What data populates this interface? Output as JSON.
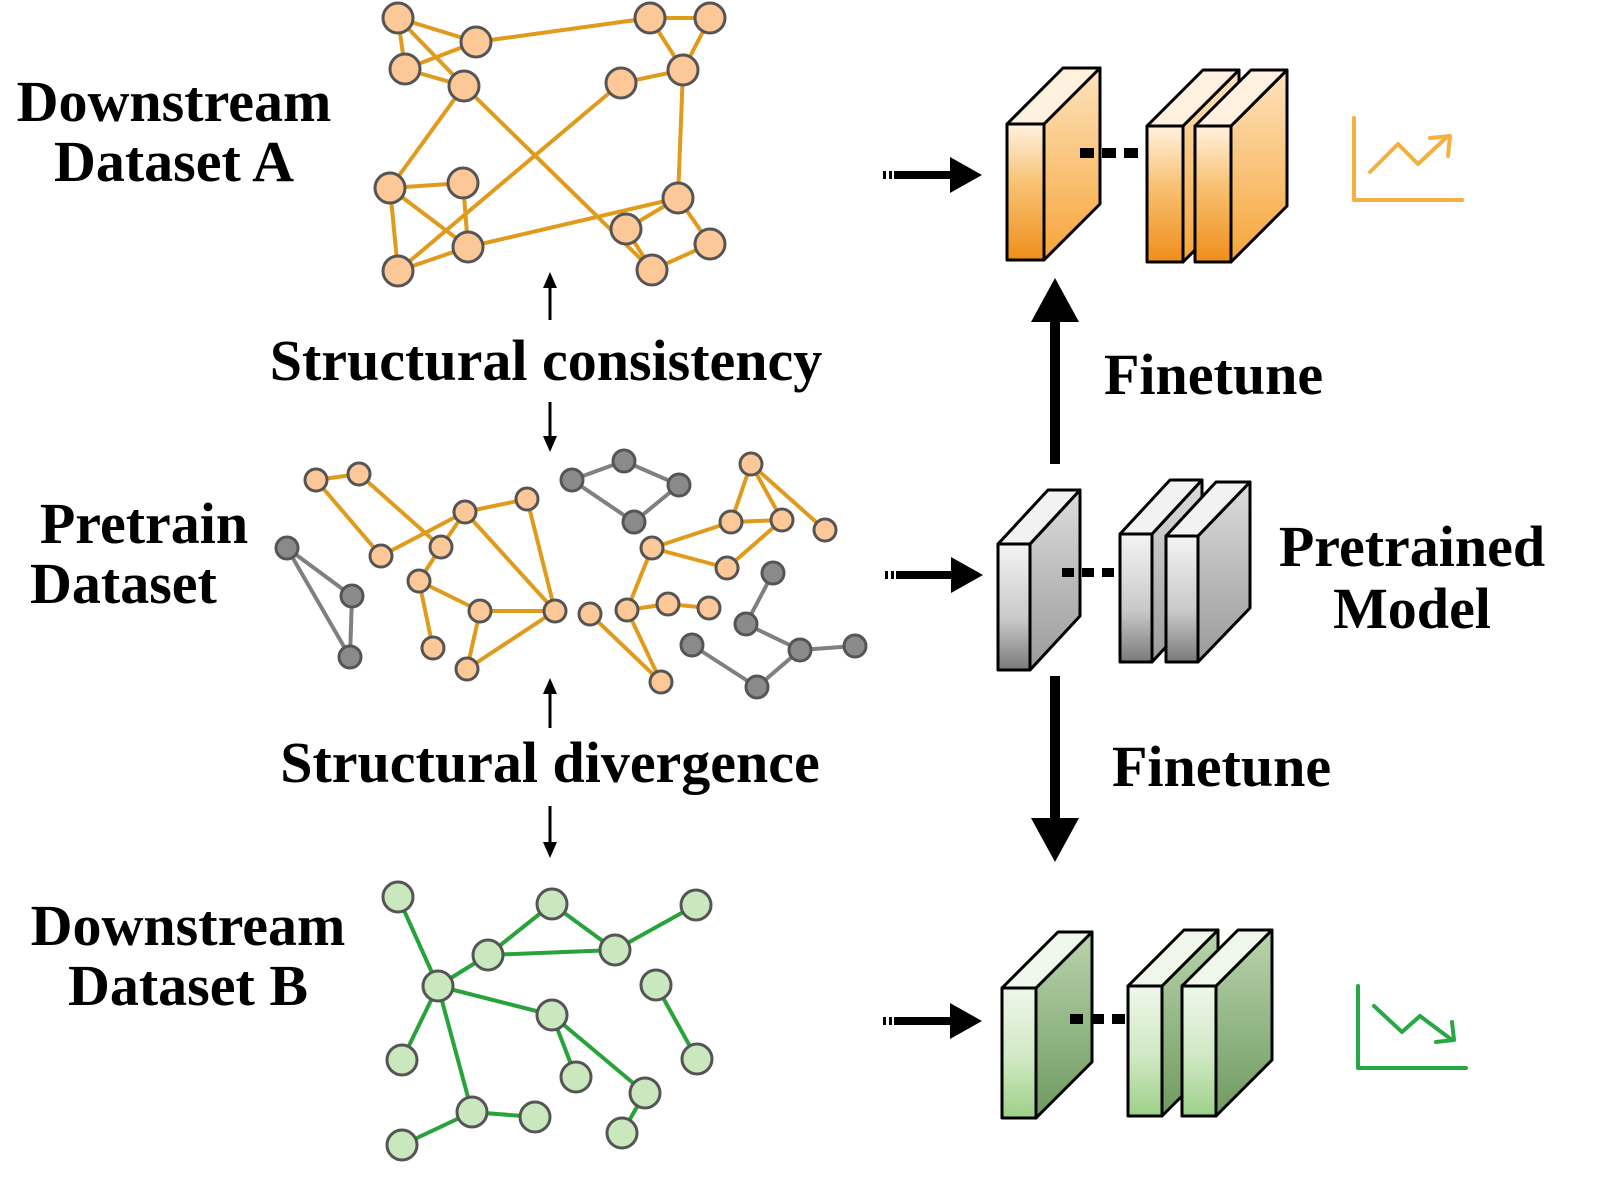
{
  "labels": {
    "dataset_a_line1": "Downstream",
    "dataset_a_line2": "Dataset A",
    "pretrain_line1": "Pretrain",
    "pretrain_line2": "Dataset",
    "dataset_b_line1": "Downstream",
    "dataset_b_line2": "Dataset B",
    "structural_consistency": "Structural consistency",
    "structural_divergence": "Structural divergence",
    "finetune_up": "Finetune",
    "finetune_down": "Finetune",
    "pretrained_model_line1": "Pretrained",
    "pretrained_model_line2": "Model"
  },
  "icons": {
    "metric_up": "trend-up-chart-icon",
    "metric_down": "trend-down-chart-icon"
  },
  "colors": {
    "orange_node": "#fcc898",
    "orange_edge": "#e09a1c",
    "gray_node": "#8a8a8a",
    "gray_edge": "#808080",
    "green_node": "#c9e8bd",
    "green_edge": "#27a33a",
    "trend_up": "#f5b041",
    "trend_down": "#28a745"
  }
}
